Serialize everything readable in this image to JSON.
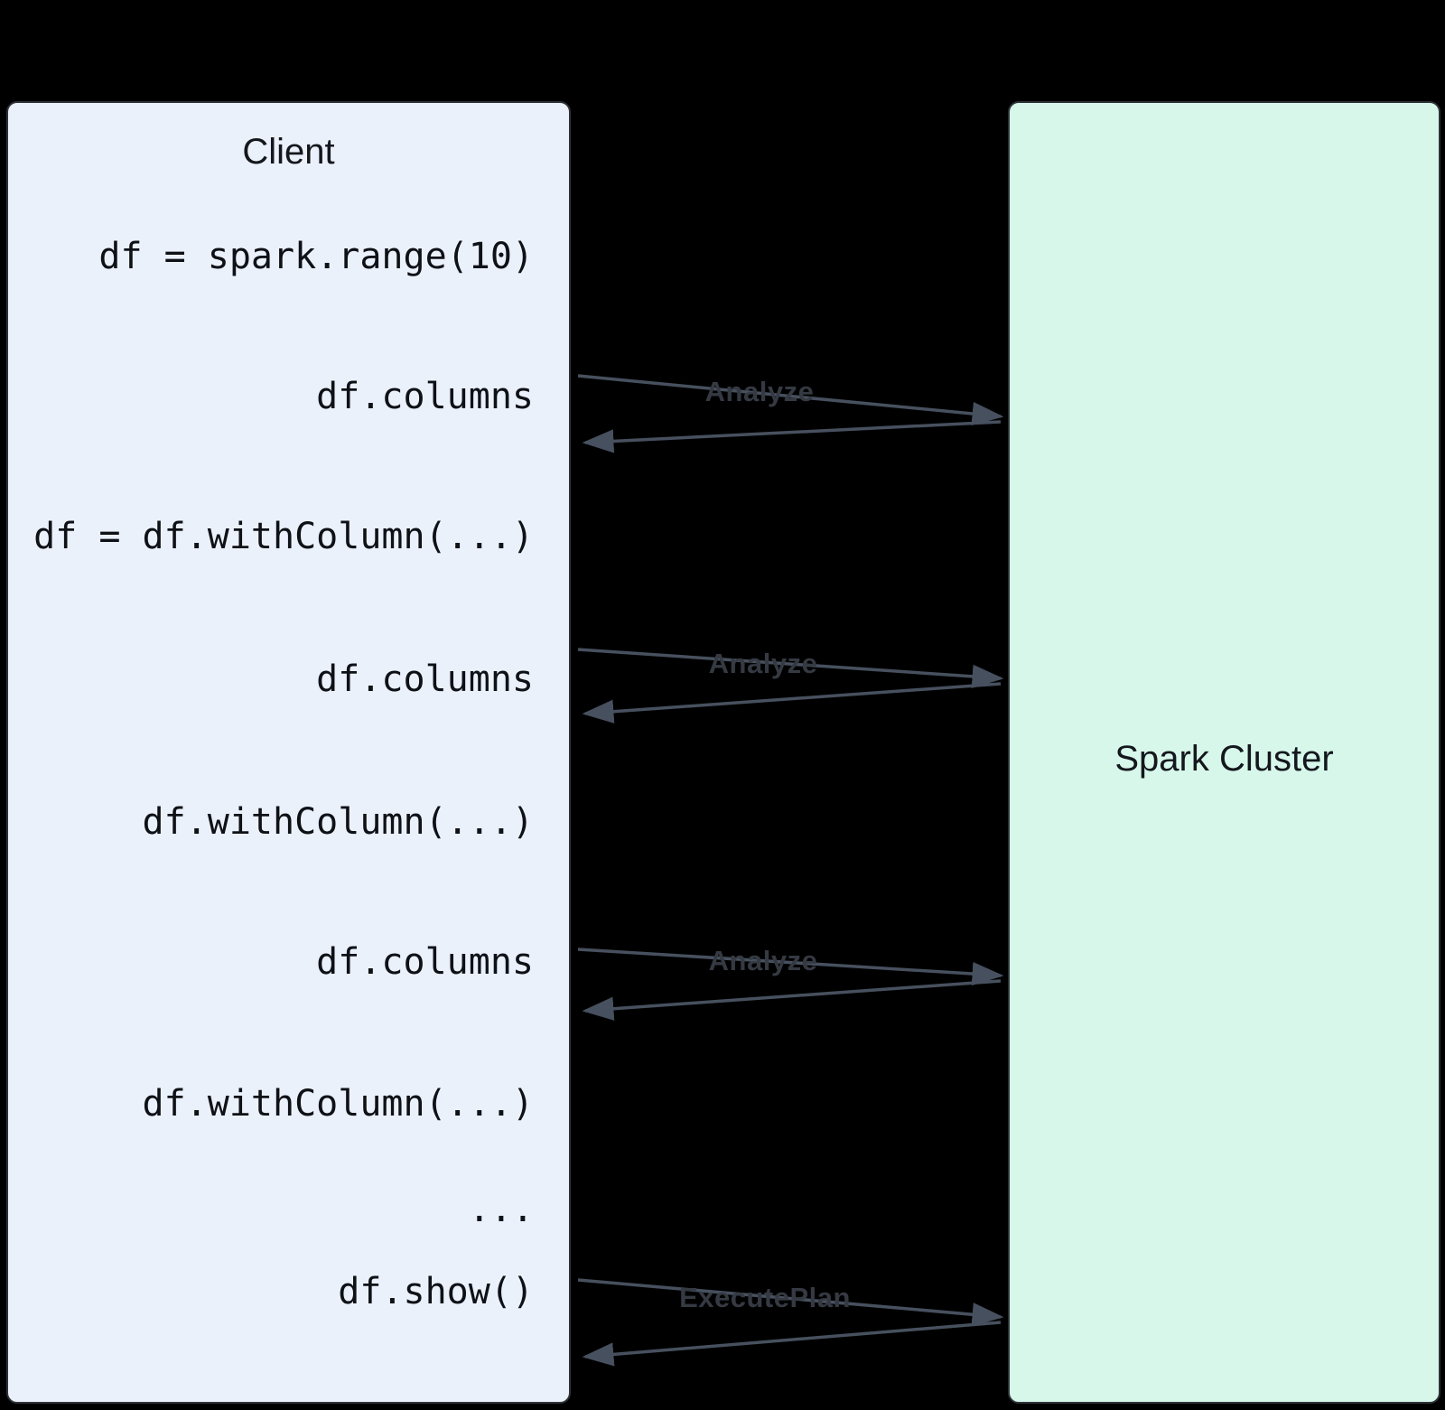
{
  "diagram": {
    "client": {
      "title": "Client",
      "code_lines": [
        "df = spark.range(10)",
        "df.columns",
        "df = df.withColumn(...)",
        "df.columns",
        "df.withColumn(...)",
        "df.columns",
        "df.withColumn(...)",
        "...",
        "df.show()"
      ]
    },
    "cluster": {
      "title": "Spark Cluster"
    },
    "messages": [
      {
        "label": "Analyze"
      },
      {
        "label": "Analyze"
      },
      {
        "label": "Analyze"
      },
      {
        "label": "ExecutePlan"
      }
    ],
    "colors": {
      "background": "#000000",
      "client_panel_bg": "#EBF1FB",
      "cluster_panel_bg": "#D7F7EB",
      "arrow": "#47505E",
      "message_label": "#343942",
      "code_text": "#0E1116"
    }
  }
}
